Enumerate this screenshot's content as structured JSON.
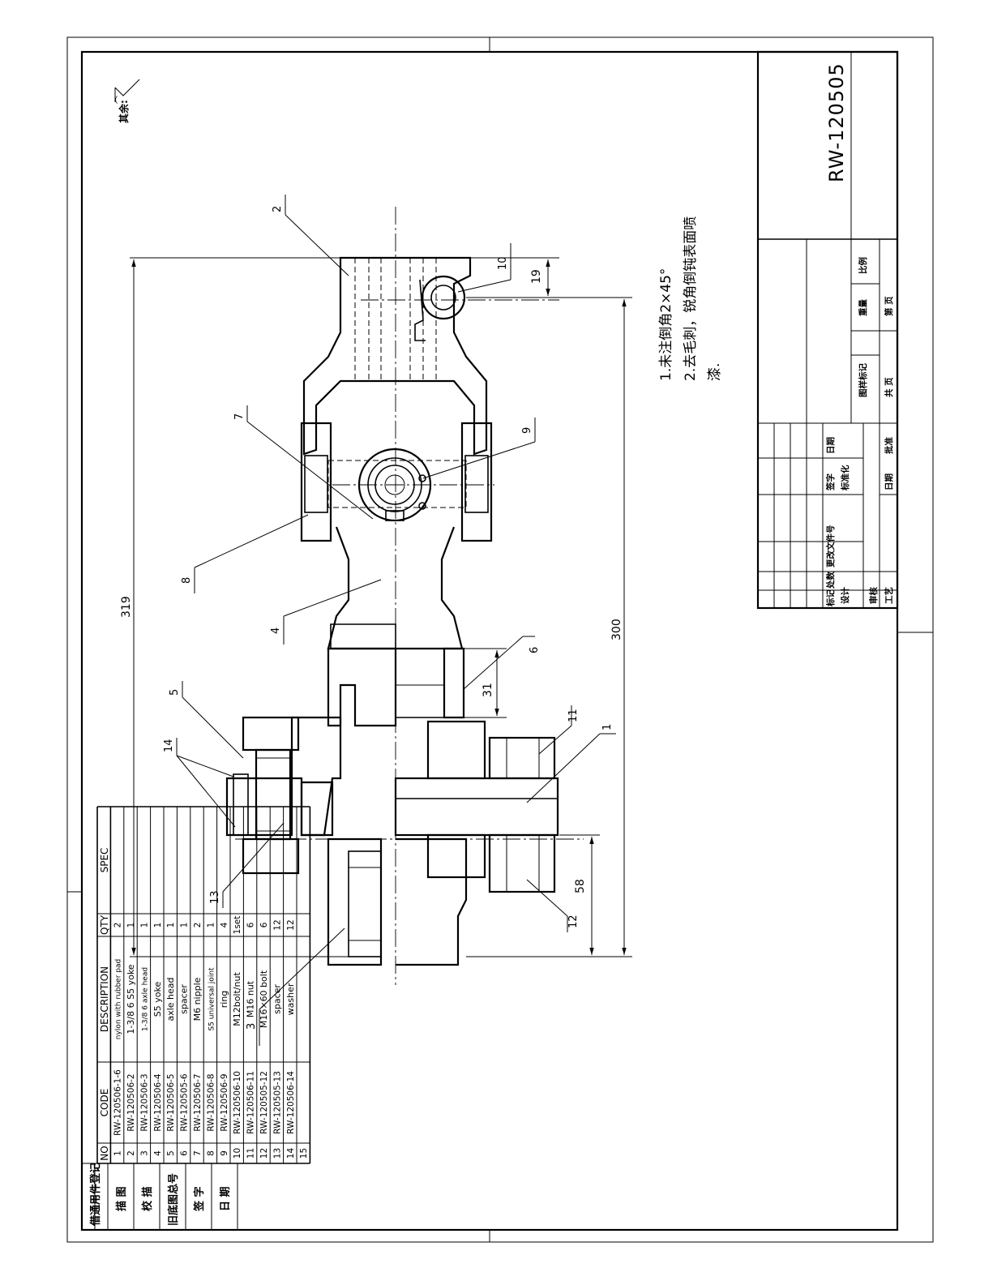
{
  "title_block": {
    "drawing_number": "RW-120505",
    "labels": {
      "mark": "标记",
      "quantity": "处数",
      "change_doc": "更改文件号",
      "signature": "签字",
      "date": "日期",
      "design": "设计",
      "standardization": "标准化",
      "review": "审核",
      "process": "工艺",
      "approve": "批准",
      "stage_mark": "图样标记",
      "weight": "重量",
      "scale": "比例",
      "total_sheets": "共  页",
      "sheet_no": "第  页"
    }
  },
  "left_strip": {
    "borrowed_reg": "借通用件登记",
    "tracer": "描  图",
    "checker": "校  描",
    "old_base": "旧底图总号",
    "signature": "签  字",
    "date": "日  期"
  },
  "surface_note": "其余:",
  "tech_notes": [
    "1.未注倒角2×45°",
    "2.去毛刺，锐角倒钝表面喷",
    "漆."
  ],
  "dimensions": [
    "319",
    "300",
    "19",
    "31",
    "58"
  ],
  "balloons": [
    "1",
    "2",
    "3",
    "4",
    "5",
    "6",
    "7",
    "8",
    "9",
    "10",
    "11",
    "12",
    "13",
    "14"
  ],
  "bom": {
    "headers": [
      "NO",
      "CODE",
      "DESCRIPTION",
      "QTY",
      "SPEC"
    ],
    "rows": [
      [
        "1",
        "RW-120506-1-6",
        "nylon with rubber pad",
        "2",
        ""
      ],
      [
        "2",
        "RW-120506-2",
        "1-3/8 6 S5 yoke",
        "1",
        ""
      ],
      [
        "3",
        "RW-120506-3",
        "1-3/8 6 axle head",
        "1",
        ""
      ],
      [
        "4",
        "RW-120506-4",
        "S5 yoke",
        "1",
        ""
      ],
      [
        "5",
        "RW-120506-5",
        "axle head",
        "1",
        ""
      ],
      [
        "6",
        "RW-120505-6",
        "spacer",
        "1",
        ""
      ],
      [
        "7",
        "RW-120506-7",
        "M6 nipple",
        "2",
        ""
      ],
      [
        "8",
        "RW-120506-8",
        "S5 universal joint",
        "1",
        ""
      ],
      [
        "9",
        "RW-120506-9",
        "ring",
        "4",
        ""
      ],
      [
        "10",
        "RW-120506-10",
        "M12bolt/nut",
        "1set",
        ""
      ],
      [
        "11",
        "RW-120506-11",
        "M16 nut",
        "6",
        ""
      ],
      [
        "12",
        "RW-120505-12",
        "M16×60 bolt",
        "6",
        ""
      ],
      [
        "13",
        "RW-120505-13",
        "spacer",
        "12",
        ""
      ],
      [
        "14",
        "RW-120506-14",
        "washer",
        "12",
        ""
      ],
      [
        "15",
        "",
        "",
        "",
        ""
      ]
    ]
  }
}
